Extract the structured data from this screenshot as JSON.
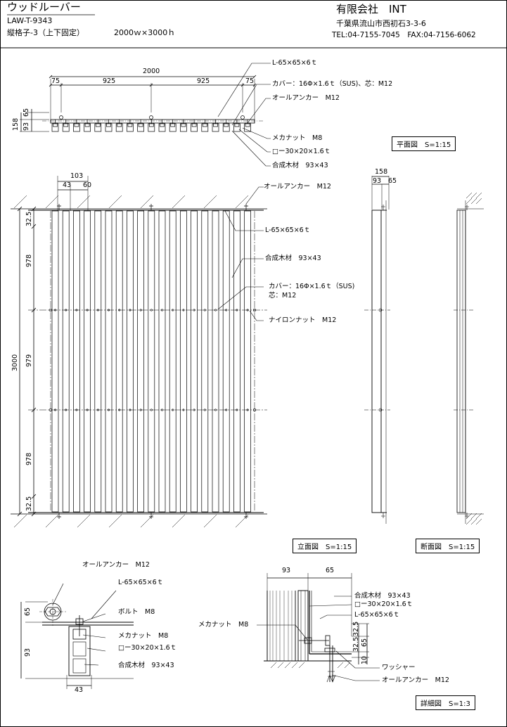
{
  "header": {
    "product_name": "ウッドルーバー",
    "model_code": "LAW-T-9343",
    "spec": "縦格子-3（上下固定）",
    "size": "2000ｗ×3000ｈ",
    "company": "有限会社　INT",
    "address": "千葉県流山市西初石3-3-6",
    "contact": "TEL:04-7155-7045　FAX:04-7156-6062"
  },
  "plan_view": {
    "title": "平面図　S=1:15",
    "dims": {
      "total": "2000",
      "edge_left": "75",
      "span_left": "925",
      "span_right": "925",
      "edge_right": "75",
      "d65": "65",
      "d93": "93",
      "d158": "158"
    },
    "callouts": [
      "L-65×65×6ｔ",
      "カバー：16Φ×1.6ｔ（SUS)、芯：M12",
      "オールアンカー　M12",
      "メカナット　M8",
      "□ー30×20×1.6ｔ",
      "合成木材　93×43"
    ]
  },
  "elevation_view": {
    "title": "立面図　S=1:15",
    "dims": {
      "d103": "103",
      "d43": "43",
      "d60": "60",
      "top_edge": "32.5",
      "h1": "978",
      "h2": "979",
      "h3": "978",
      "bottom_edge": "32.5",
      "total": "3000"
    },
    "callouts": [
      "オールアンカー　M12",
      "L-65×65×6ｔ",
      "合成木材　93×43",
      "カバー：16Φ×1.6ｔ（SUS)",
      "芯：M12",
      "ナイロンナット　M12"
    ]
  },
  "section_view": {
    "title": "断面図　S=1:15",
    "dims": {
      "d158": "158",
      "d93": "93",
      "d65": "65"
    }
  },
  "detail_left": {
    "dims": {
      "d65": "65",
      "d93": "93",
      "d43": "43"
    },
    "callouts": [
      "オールアンカー　M12",
      "L-65×65×6ｔ",
      "ボルト　M8",
      "メカナット　M8",
      "□ー30×20×1.6ｔ",
      "合成木材　93×43"
    ]
  },
  "detail_right": {
    "title": "詳細図　S=1:3",
    "dims": {
      "d93": "93",
      "d65": "65",
      "d32a": "32.5",
      "d32b": "32.5",
      "d65v": "65",
      "d10": "10"
    },
    "callouts": [
      "合成木材　93×43",
      "□ー30×20×1.6ｔ",
      "L-65×65×6ｔ",
      "メカナット　M8",
      "ワッシャー",
      "オールアンカー　M12"
    ]
  }
}
